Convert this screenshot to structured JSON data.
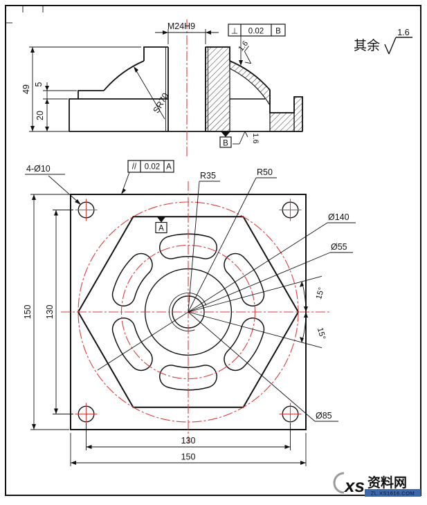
{
  "colors": {
    "ink": "#111111",
    "centerline_red": "#d83c3c",
    "watermark_orange": "#d95700",
    "watermark_brown": "#c64a00",
    "watermark_blue": "#3a67ad",
    "paper": "#ffffff"
  },
  "note": {
    "prefix": "其余",
    "value": "1.6"
  },
  "section": {
    "thread": "M24H9",
    "fcf": {
      "sym": "⊥",
      "tol": "0.02",
      "datum": "B"
    },
    "sr": "SR70",
    "h49": "49",
    "h5": "5",
    "h20": "20",
    "ra_slope": "1.6",
    "ra_bottom": "1.6",
    "datum_b": "B"
  },
  "plan": {
    "holes": "4-Ø10",
    "fcf": {
      "sym": "//",
      "tol": "0.02",
      "datum": "A"
    },
    "datum_a": "A",
    "r35": "R35",
    "r50": "R50",
    "d140": "Ø140",
    "d55": "Ø55",
    "d85": "Ø85",
    "ang_a": "15°",
    "ang_b": "15°",
    "dim150_left": "150",
    "dim130_left": "130",
    "dim130_bottom": "130",
    "dim150_bottom": "150"
  },
  "watermark": {
    "xs": "xs",
    "name": "资料网",
    "site": "ZL.XS1616.COM"
  }
}
